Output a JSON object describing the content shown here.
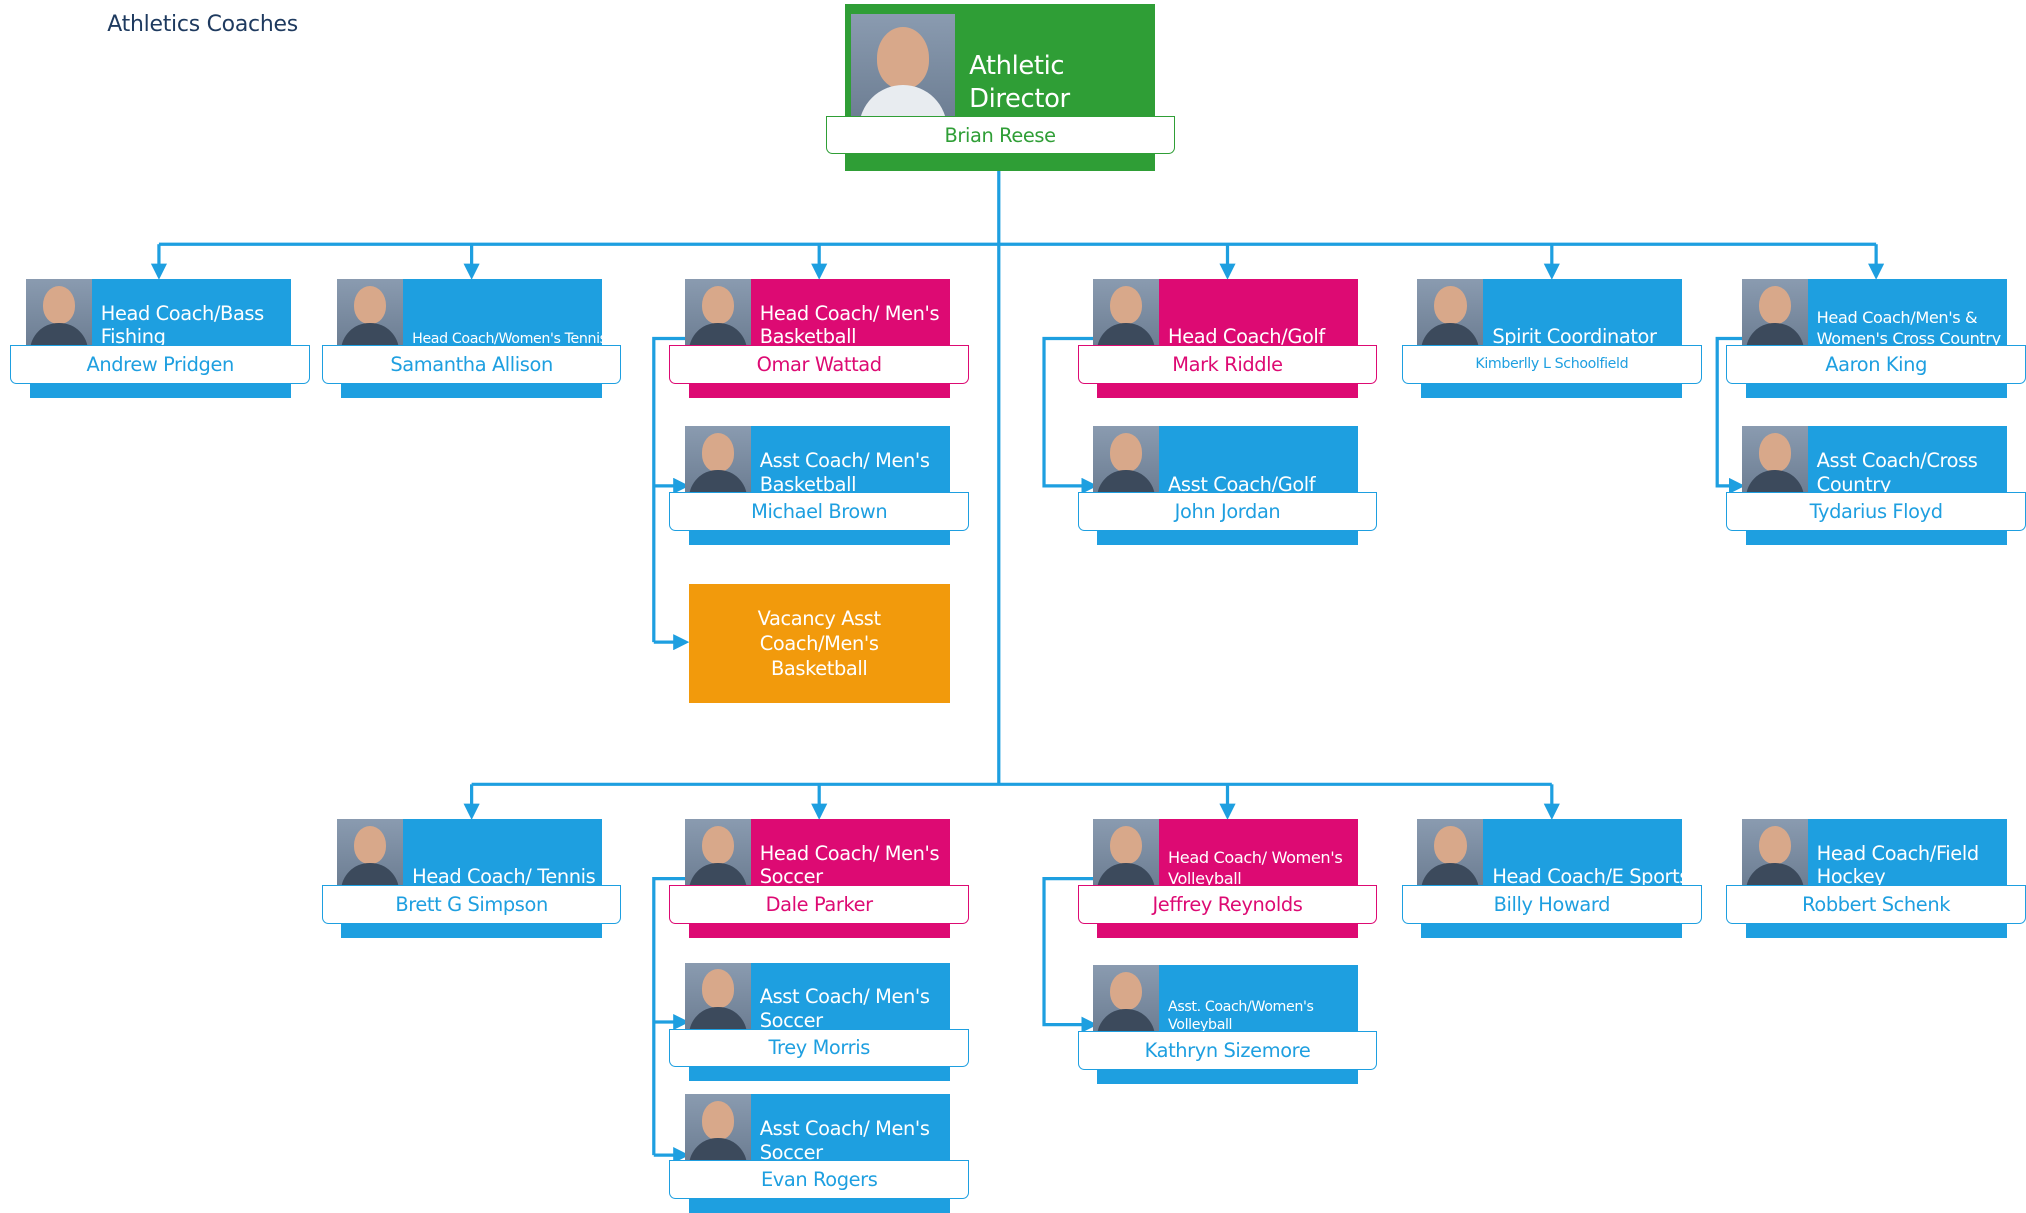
{
  "header": {
    "title": "Athletics Coaches"
  },
  "colors": {
    "blue": "#1e9fe0",
    "pink": "#dd0a73",
    "green": "#2f9e36",
    "orange": "#f29a0c"
  },
  "director": {
    "role": "Athletic Director",
    "name": "Brian Reese",
    "photo": "person-photo"
  },
  "cards": {
    "pridgen": {
      "role": "Head Coach/Bass Fishing",
      "name": "Andrew Pridgen"
    },
    "allison": {
      "role": "Head Coach/Women's Tennis",
      "name": "Samantha Allison"
    },
    "wattad": {
      "role": "Head Coach/ Men's Basketball",
      "name": "Omar Wattad"
    },
    "brown": {
      "role": "Asst Coach/ Men's Basketball",
      "name": "Michael Brown"
    },
    "vacancy": {
      "role": "Vacancy Asst Coach/Men's Basketball"
    },
    "riddle": {
      "role": "Head Coach/Golf",
      "name": "Mark Riddle"
    },
    "jordan": {
      "role": "Asst Coach/Golf",
      "name": "John Jordan"
    },
    "schoolfield": {
      "role": "Spirit Coordinator",
      "name": "Kimberlly L Schoolfield"
    },
    "king": {
      "role": "Head Coach/Men's & Women's Cross Country",
      "name": "Aaron King"
    },
    "floyd": {
      "role": "Asst Coach/Cross Country",
      "name": "Tydarius Floyd"
    },
    "simpson": {
      "role": "Head Coach/ Tennis",
      "name": "Brett G Simpson"
    },
    "parker": {
      "role": "Head Coach/ Men's Soccer",
      "name": "Dale Parker"
    },
    "morris": {
      "role": "Asst Coach/ Men's Soccer",
      "name": "Trey Morris"
    },
    "rogers": {
      "role": "Asst Coach/ Men's Soccer",
      "name": "Evan Rogers"
    },
    "reynolds": {
      "role": "Head Coach/ Women's Volleyball",
      "name": "Jeffrey Reynolds"
    },
    "sizemore": {
      "role": "Asst. Coach/Women's Volleyball",
      "name": "Kathryn Sizemore"
    },
    "howard": {
      "role": "Head Coach/E Sports",
      "name": "Billy Howard"
    },
    "schenk": {
      "role": "Head Coach/Field Hockey",
      "name": "Robbert Schenk"
    }
  }
}
